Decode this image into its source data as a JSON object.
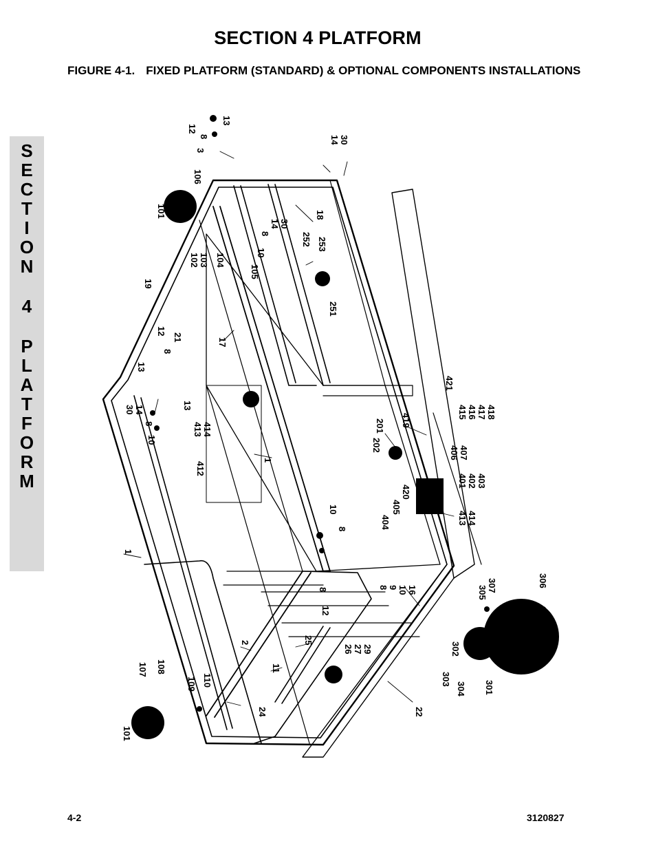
{
  "section_title": "SECTION 4  PLATFORM",
  "figure": {
    "number": "FIGURE 4-1.",
    "title": "FIXED PLATFORM (STANDARD) & OPTIONAL COMPONENTS INSTALLATIONS"
  },
  "side_tab": [
    "S",
    "E",
    "C",
    "T",
    "I",
    "O",
    "N",
    "4",
    "P",
    "L",
    "A",
    "T",
    "F",
    "O",
    "R",
    "M"
  ],
  "callouts": {
    "c12a": "12",
    "c13a": "13",
    "c8a": "8",
    "c3": "3",
    "c14a": "14",
    "c30a": "30",
    "c106": "106",
    "c101a": "101",
    "c14b": "14",
    "c30b": "30",
    "c8b": "8",
    "c18": "18",
    "c102": "102",
    "c103": "103",
    "c104": "104",
    "c10a": "10",
    "c105": "105",
    "c252": "252",
    "c253": "253",
    "c19": "19",
    "c251": "251",
    "c12b": "12",
    "c8c": "8",
    "c21": "21",
    "c17": "17",
    "c13b": "13",
    "c30c": "30",
    "c14c": "14",
    "c8d": "8",
    "c10b": "10",
    "c13c": "13",
    "c413a": "413",
    "c414a": "414",
    "c421": "421",
    "c201": "201",
    "c202": "202",
    "c419": "419",
    "c415": "415",
    "c416": "416",
    "c417": "417",
    "c418": "418",
    "c412": "412",
    "c1a": "1",
    "c406": "406",
    "c407": "407",
    "c401": "401",
    "c402": "402",
    "c403": "403",
    "c405": "405",
    "c420": "420",
    "c404": "404",
    "c10c": "10",
    "c8e": "8",
    "c413b": "413",
    "c414b": "414",
    "c1b": "1",
    "c306": "306",
    "c305": "305",
    "c307": "307",
    "c8f": "8",
    "c8g": "8",
    "c9": "9",
    "c10d": "10",
    "c16": "16",
    "c12c": "12",
    "c2": "2",
    "c25": "25",
    "c26": "26",
    "c27": "27",
    "c29": "29",
    "c302": "302",
    "c107": "107",
    "c108": "108",
    "c11": "11",
    "c303": "303",
    "c304": "304",
    "c301": "301",
    "c109": "109",
    "c110": "110",
    "c24": "24",
    "c22": "22",
    "c101b": "101"
  },
  "footer": {
    "page": "4-2",
    "doc_number": "3120827"
  }
}
